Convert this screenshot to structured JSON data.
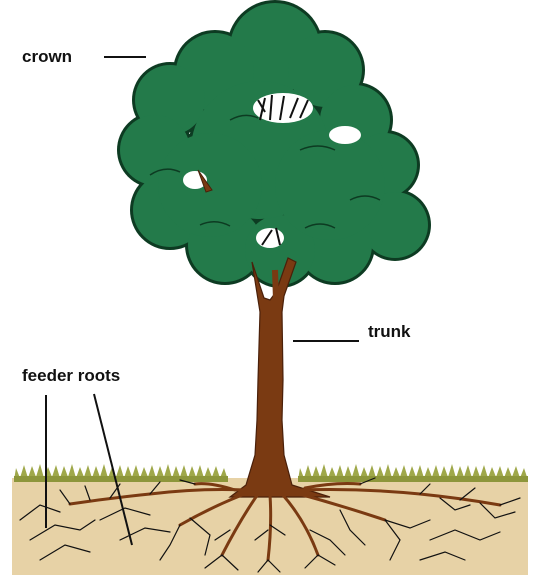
{
  "diagram": {
    "labels": {
      "crown": "crown",
      "trunk": "trunk",
      "feeder_roots": "feeder roots"
    },
    "colors": {
      "foliage": "#237a4a",
      "foliage_dark": "#0d3b22",
      "trunk": "#7a3a12",
      "trunk_dark": "#4a200a",
      "soil": "#e7d2a6",
      "grass": "#9fa84a",
      "roots": "#111111",
      "leader_lines": "#111111"
    }
  }
}
